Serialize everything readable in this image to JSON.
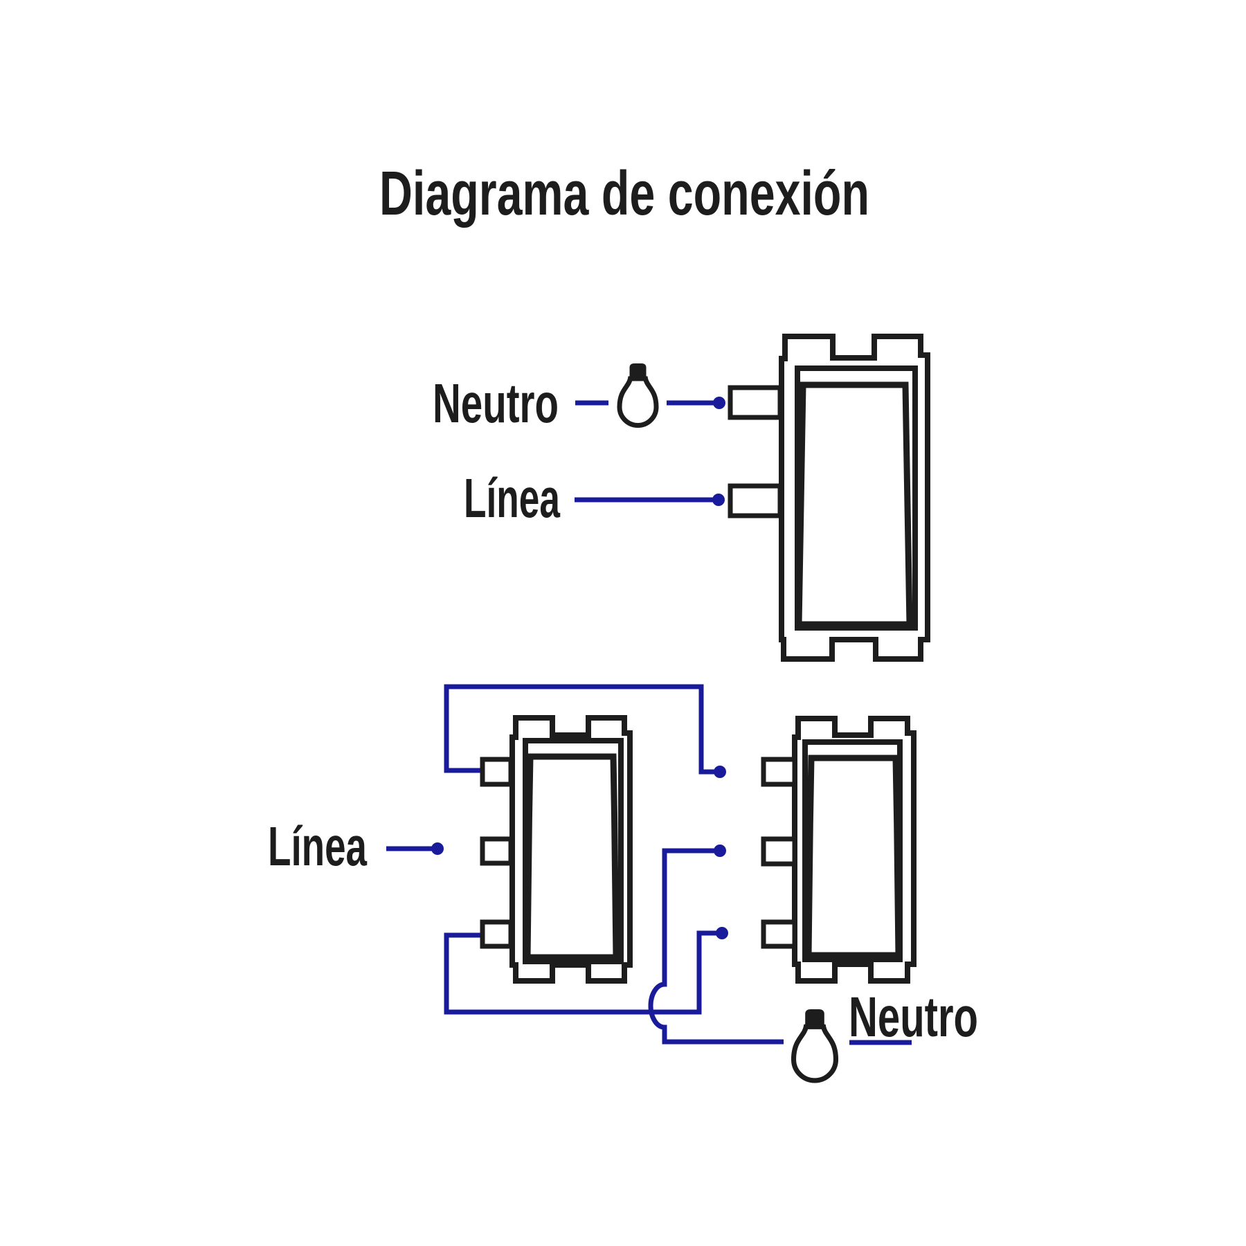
{
  "title": "Diagrama de conexión",
  "colors": {
    "wire": "#191b9b",
    "outline": "#1d1d1d",
    "background": "#ffffff"
  },
  "sections": {
    "single_switch": {
      "neutral_label": "Neutro",
      "line_label": "Línea"
    },
    "three_way": {
      "line_label": "Línea",
      "neutral_label": "Neutro"
    }
  },
  "icons": {
    "bulb": "light-bulb"
  }
}
